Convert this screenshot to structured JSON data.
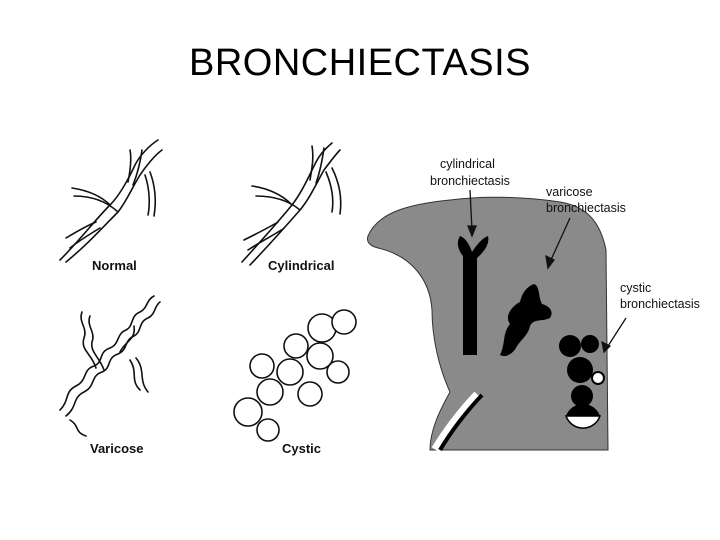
{
  "title": "BRONCHIECTASIS",
  "panels": {
    "normal": "Normal",
    "cylindrical": "Cylindrical",
    "varicose": "Varicose",
    "cystic": "Cystic"
  },
  "lung_labels": {
    "cylindrical": [
      "cylindrical",
      "bronchiectasis"
    ],
    "varicose": [
      "varicose",
      "bronchiectasis"
    ],
    "cystic": [
      "cystic",
      "bronchiectasis"
    ]
  },
  "colors": {
    "lung_fill": "#8a8a8a",
    "airway": "#000000",
    "line": "#111111"
  }
}
